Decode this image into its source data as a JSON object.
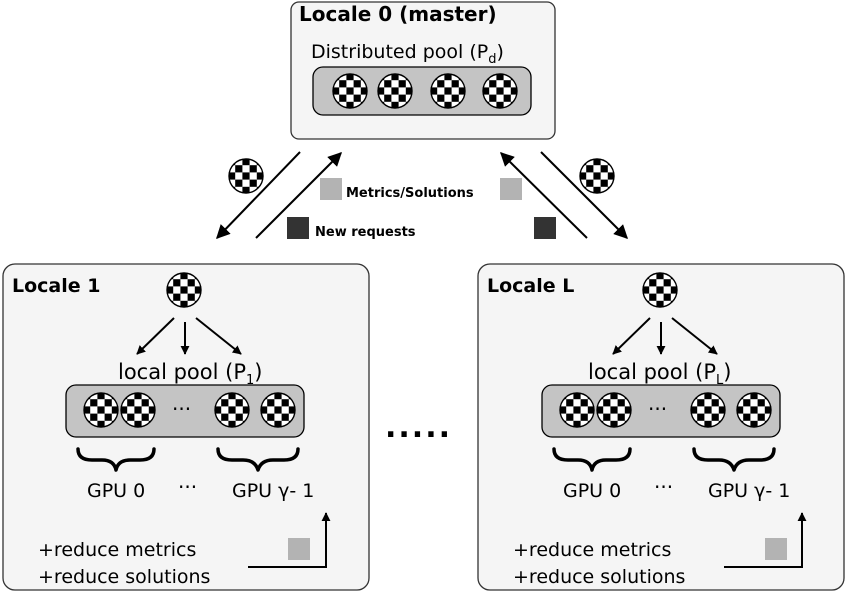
{
  "master": {
    "title": "Locale 0 (master)",
    "pool_label": "Distributed pool (P",
    "pool_sub": "d",
    "pool_sub_close": ")"
  },
  "messages": {
    "metrics": "Metrics/Solutions",
    "requests": "New requests"
  },
  "locale_1": {
    "title": "Locale 1",
    "pool_label": "local pool (P",
    "pool_sub": "1",
    "pool_sub_close": ")",
    "ellipsis": "···",
    "gpu_first": "GPU 0",
    "gpu_dots": "···",
    "gpu_last": "GPU γ- 1",
    "reduce_metrics": "+reduce metrics",
    "reduce_solutions": "+reduce solutions"
  },
  "locale_L": {
    "title": "Locale L",
    "pool_label": "local pool (P",
    "pool_sub": "L",
    "pool_sub_close": ")",
    "ellipsis": "···",
    "gpu_first": "GPU 0",
    "gpu_dots": "···",
    "gpu_last": "GPU γ- 1",
    "reduce_metrics": "+reduce metrics",
    "reduce_solutions": "+reduce solutions"
  },
  "between_locales": ".....",
  "colors": {
    "metrics_square": "#b3b3b3",
    "request_square": "#333333",
    "pool_fill": "#c4c4c4",
    "box_fill": "#f5f5f5"
  }
}
